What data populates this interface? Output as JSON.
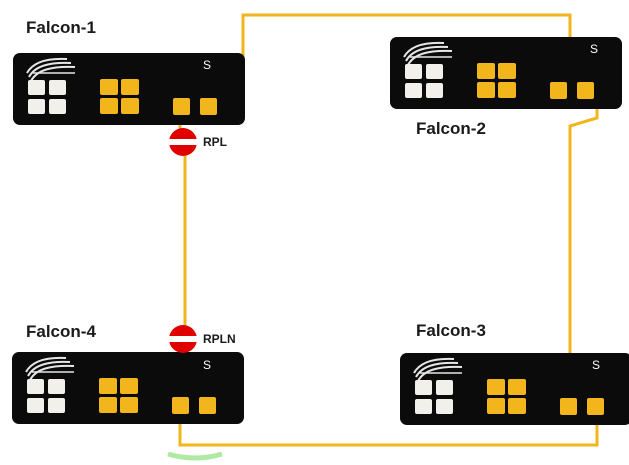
{
  "diagram": {
    "colors": {
      "cable": "#f2b51c",
      "device": "#0b0b0b",
      "port": "#f2b51c",
      "block": "#e00000"
    },
    "devices": [
      {
        "name": "Falcon-1",
        "badge": "S",
        "icon": "falcon-logo-icon"
      },
      {
        "name": "Falcon-2",
        "badge": "S",
        "icon": "falcon-logo-icon"
      },
      {
        "name": "Falcon-3",
        "badge": "S",
        "icon": "falcon-logo-icon"
      },
      {
        "name": "Falcon-4",
        "badge": "S",
        "icon": "falcon-logo-icon"
      }
    ],
    "blocks": [
      {
        "label": "RPL",
        "icon": "blocked-port-icon"
      },
      {
        "label": "RPLN",
        "icon": "blocked-port-icon"
      }
    ]
  }
}
